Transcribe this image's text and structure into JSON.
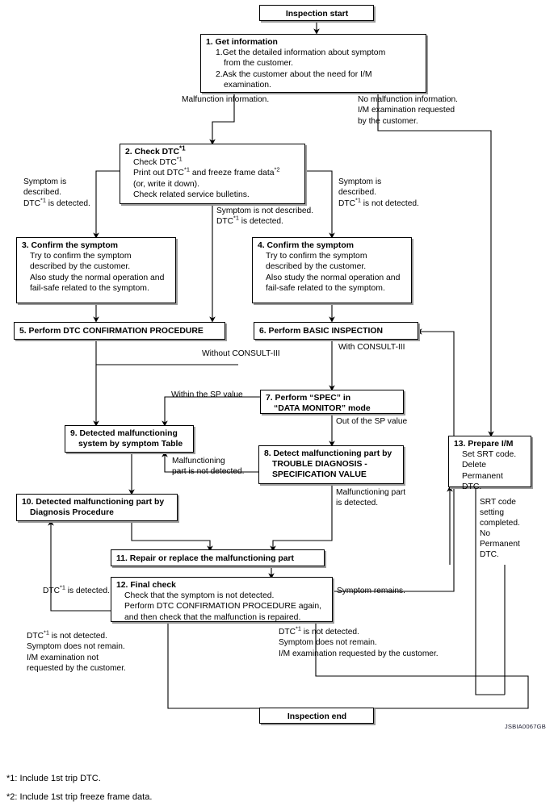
{
  "diagram": {
    "id_code": "JSBIA0067GB",
    "start_node": "Inspection start",
    "end_node": "Inspection end"
  },
  "boxes": {
    "b1": {
      "title": "1. Get information",
      "lines": [
        "1.Get the detailed information about symptom",
        "from the customer.",
        "2.Ask the customer about the need for I/M",
        "examination."
      ]
    },
    "b2": {
      "title_pre": "2. Check DTC",
      "title_sup": "*1",
      "l1_pre": "Check DTC",
      "l1_sup": "*1",
      "l2_pre": "Print out DTC",
      "l2_sup": "*1",
      "l2_mid": " and freeze frame data",
      "l2_sup2": "*2",
      "l3": "(or, write it down).",
      "l4": "Check related service bulletins."
    },
    "b3": {
      "title": "3. Confirm the symptom",
      "lines": [
        "Try to confirm the symptom",
        "described by the customer.",
        "Also study the normal operation and",
        "fail-safe related to the symptom."
      ]
    },
    "b4": {
      "title": "4. Confirm the symptom",
      "lines": [
        "Try to confirm the symptom",
        "described by the customer.",
        "Also study the normal operation and",
        "fail-safe related to the symptom."
      ]
    },
    "b5": {
      "title": "5. Perform DTC CONFIRMATION PROCEDURE"
    },
    "b6": {
      "title": "6. Perform BASIC INSPECTION"
    },
    "b7": {
      "l1": "7. Perform “SPEC” in",
      "l2": "“DATA MONITOR” mode"
    },
    "b8": {
      "l1": "8. Detect malfunctioning part by",
      "l2": "TROUBLE DIAGNOSIS -",
      "l3": "SPECIFICATION VALUE"
    },
    "b9": {
      "l1": "9. Detected malfunctioning",
      "l2": "system by symptom Table"
    },
    "b10": {
      "l1": "10. Detected malfunctioning part by",
      "l2": "Diagnosis Procedure"
    },
    "b11": {
      "title": "11. Repair or replace the malfunctioning part"
    },
    "b12": {
      "title": "12. Final check",
      "lines": [
        "Check that the symptom is not detected.",
        "Perform DTC CONFIRMATION PROCEDURE again,",
        "and then check that the malfunction is repaired."
      ]
    },
    "b13": {
      "title": "13. Prepare I/M",
      "lines": [
        "Set SRT code.",
        "Delete",
        "Permanent",
        "DTC."
      ]
    }
  },
  "edge_labels": {
    "malfunction_information": "Malfunction information.",
    "no_malfunction": {
      "l1": "No malfunction information.",
      "l2": "I/M examination requested",
      "l3": "by the customer."
    },
    "left_symptom_described": {
      "l1": "Symptom is",
      "l2": "described.",
      "l3_pre": "DTC",
      "l3_sup": "*1",
      "l3_post": " is detected."
    },
    "symptom_not_described": {
      "l1": "Symptom is not described.",
      "l2_pre": "DTC",
      "l2_sup": "*1",
      "l2_post": " is detected."
    },
    "right_symptom_described": {
      "l1": "Symptom is",
      "l2": "described.",
      "l3_pre": "DTC",
      "l3_sup": "*1",
      "l3_post": " is not detected."
    },
    "without_consult": "Without CONSULT-III",
    "with_consult": "With CONSULT-III",
    "within_sp_value": "Within the SP value",
    "out_of_sp_value": "Out of the SP value",
    "malfunctioning_not_detected": {
      "l1": "Malfunctioning",
      "l2": "part is not detected."
    },
    "malfunctioning_part_detected": {
      "l1": "Malfunctioning part",
      "l2": "is detected."
    },
    "dtc_is_detected": {
      "pre": "DTC",
      "sup": "*1",
      "post": " is detected."
    },
    "symptom_remains": "Symptom remains.",
    "srt_code_completed": {
      "l1": "SRT code",
      "l2": "setting",
      "l3": "completed.",
      "l4": "No",
      "l5": "Permanent",
      "l6": "DTC."
    },
    "bottom_left_outcome": {
      "l1_pre": "DTC",
      "l1_sup": "*1",
      "l1_post": " is not detected.",
      "l2": "Symptom does not remain.",
      "l3": "I/M examination not",
      "l4": "requested by the customer."
    },
    "bottom_right_outcome": {
      "l1_pre": "DTC",
      "l1_sup": "*1",
      "l1_post": " is not detected.",
      "l2": "Symptom does not remain.",
      "l3": "I/M examination requested by the customer."
    }
  },
  "footnotes": [
    "*1: Include 1st trip DTC.",
    "*2: Include 1st trip freeze frame data."
  ]
}
